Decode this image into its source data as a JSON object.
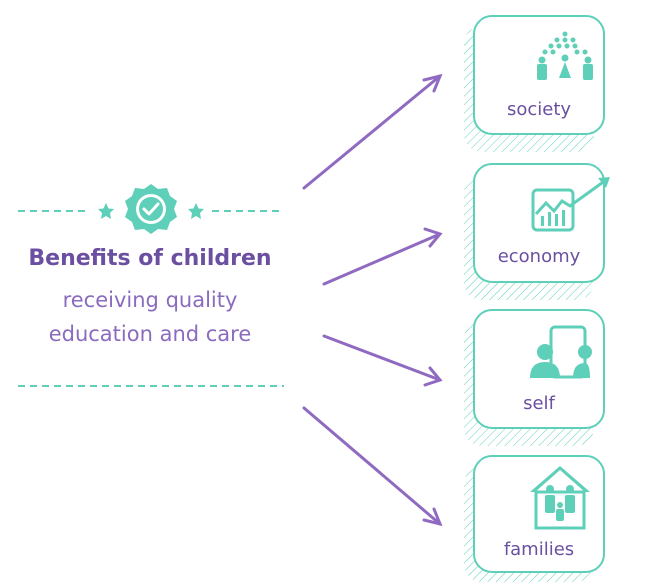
{
  "heading": {
    "title": "Benefits of children",
    "subtitle_line1": "receiving quality",
    "subtitle_line2": "education and care"
  },
  "boxes": [
    {
      "label": "society",
      "icon": "people-group-icon"
    },
    {
      "label": "economy",
      "icon": "growth-chart-icon"
    },
    {
      "label": "self",
      "icon": "person-mirror-icon"
    },
    {
      "label": "families",
      "icon": "family-house-icon"
    }
  ],
  "colors": {
    "teal": "#5ecfb8",
    "purple": "#8f6ac0",
    "dark_purple": "#6b4fa0"
  }
}
